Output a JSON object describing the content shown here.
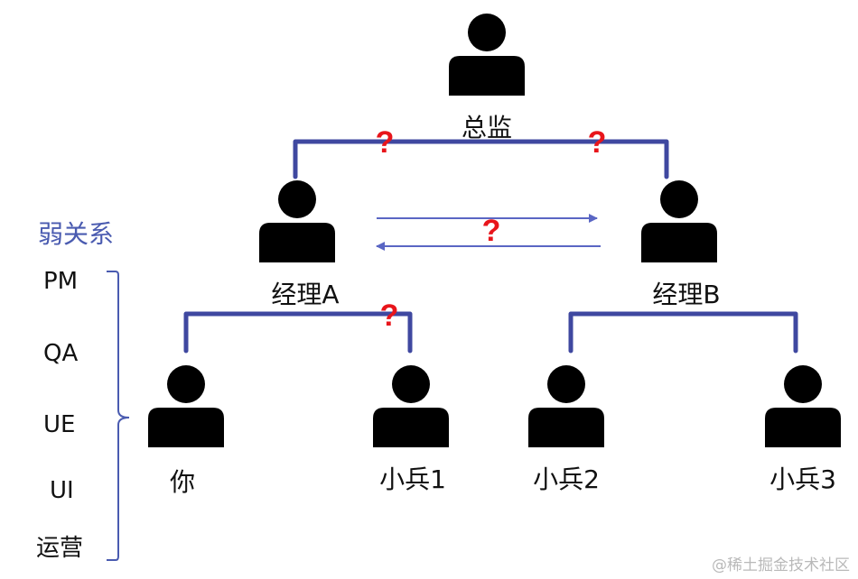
{
  "colors": {
    "connector": "#3f48a0",
    "arrow": "#5a66c4",
    "question": "#e8151b",
    "brace": "#4a5bb0",
    "person": "#000000"
  },
  "icons": {
    "person": "person-icon"
  },
  "nodes": {
    "director": "总监",
    "manager_a": "经理A",
    "manager_b": "经理B",
    "you": "你",
    "soldier_1": "小兵1",
    "soldier_2": "小兵2",
    "soldier_3": "小兵3"
  },
  "question_mark": "?",
  "weak_relations": {
    "heading": "弱关系",
    "roles": [
      "PM",
      "QA",
      "UE",
      "UI",
      "运营"
    ]
  },
  "watermark": "@稀土掘金技术社区"
}
